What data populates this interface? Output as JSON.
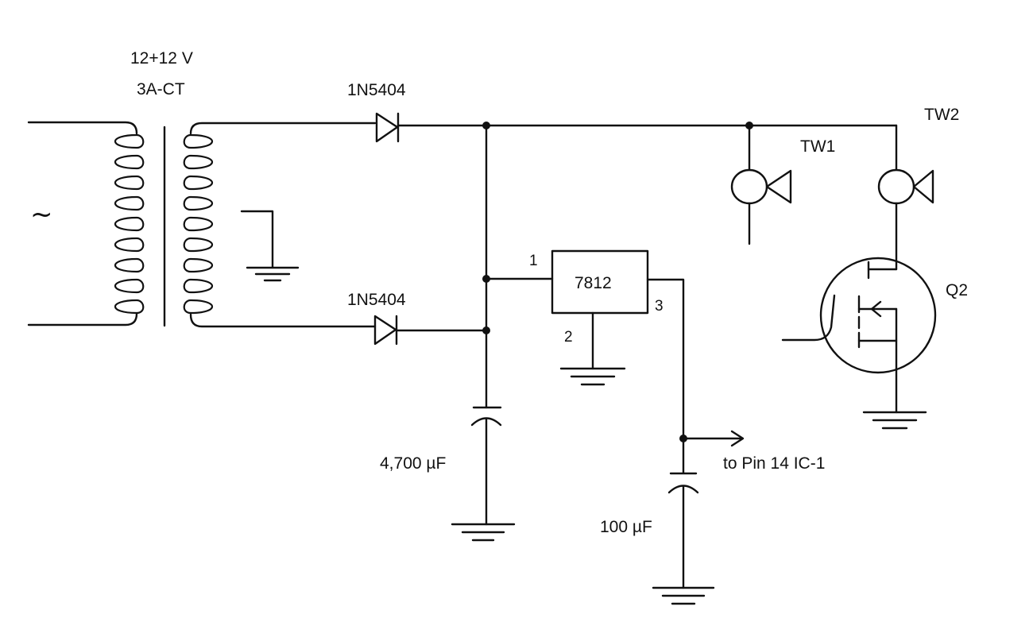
{
  "transformer": {
    "voltage": "12+12 V",
    "rating": "3A-CT",
    "ac_symbol": "~"
  },
  "diodes": {
    "d_top": "1N5404",
    "d_bottom": "1N5404"
  },
  "regulator": {
    "part": "7812",
    "pin_in": "1",
    "pin_gnd": "2",
    "pin_out": "3"
  },
  "capacitors": {
    "c_filter": "4,700 µF",
    "c_out": "100 µF"
  },
  "output": {
    "label": "to Pin 14 IC-1"
  },
  "tweeters": {
    "tw1": "TW1",
    "tw2": "TW2"
  },
  "transistor": {
    "label": "Q2"
  }
}
